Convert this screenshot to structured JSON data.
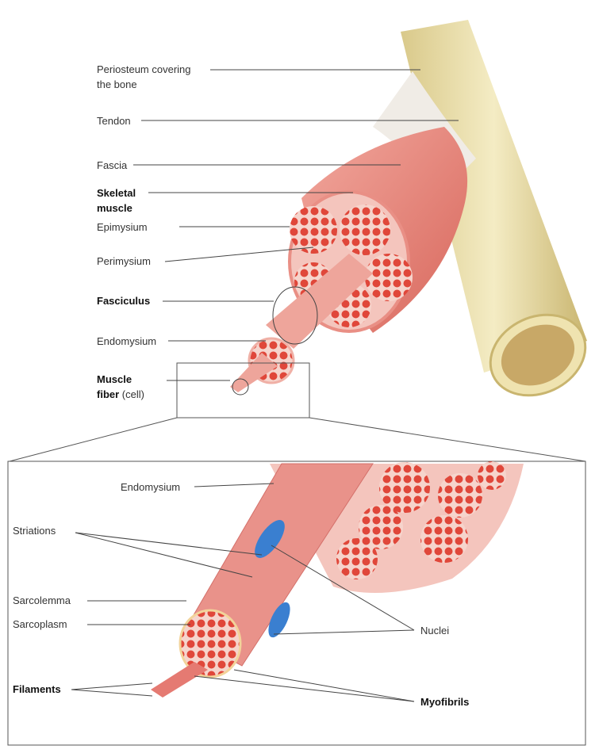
{
  "top_labels": {
    "periosteum_1": "Periosteum covering",
    "periosteum_2": "the bone",
    "tendon": "Tendon",
    "fascia": "Fascia",
    "skeletal_1": "Skeletal",
    "skeletal_2": "muscle",
    "epimysium": "Epimysium",
    "perimysium": "Perimysium",
    "fasciculus": "Fasciculus",
    "endomysium": "Endomysium",
    "fiber_1": "Muscle",
    "fiber_2": "fiber",
    "fiber_3": "(cell)"
  },
  "inset_labels": {
    "endomysium": "Endomysium",
    "striations": "Striations",
    "sarcolemma": "Sarcolemma",
    "sarcoplasm": "Sarcoplasm",
    "filaments": "Filaments",
    "nuclei": "Nuclei",
    "myofibrils": "Myofibrils"
  },
  "colors": {
    "bone": "#efe3b0",
    "muscle": "#e8847a",
    "fiber": "#d9483e",
    "nucleus": "#3a7fd0"
  }
}
